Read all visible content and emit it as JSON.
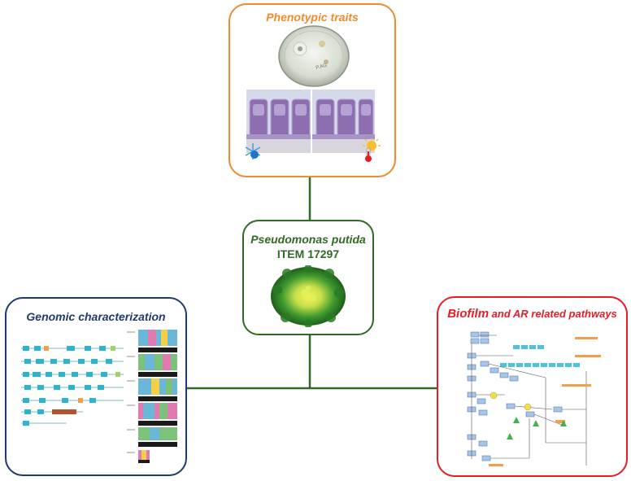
{
  "nodes": {
    "phenotypic": {
      "title": "Phenotypic  traits",
      "color": "#f08a2c"
    },
    "center": {
      "title": "Pseudomonas putida",
      "subtitle": "ITEM 17297",
      "color": "#2f6b24"
    },
    "genomic": {
      "title": "Genomic characterization",
      "color": "#1e3a6e"
    },
    "biofilm": {
      "title_bold": "Biofilm",
      "title_rest": " and AR related pathways",
      "color": "#e31e24"
    }
  },
  "connector_color": "#2f6b24",
  "icons": [
    "petri-dish-icon",
    "well-plate-icon",
    "cold-thermometer-icon",
    "hot-thermometer-icon",
    "bacteria-colony-icon",
    "gene-map-icon",
    "sequence-alignment-icon",
    "pathway-map-icon"
  ]
}
